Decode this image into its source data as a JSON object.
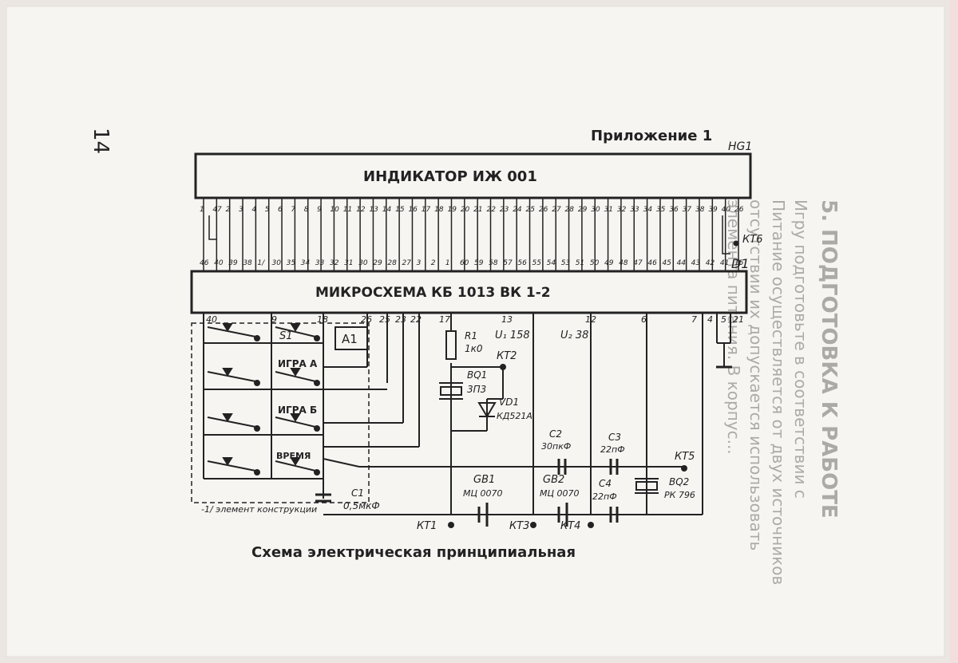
{
  "page": {
    "number": "14",
    "appendix": "Приложение 1",
    "caption": "Схема электрическая принципиальная",
    "ghost_heading": "5. ПОДГОТОВКА К РАБОТЕ",
    "ghost_lines": [
      "Игру подготовьте в соответствии с",
      "Питание осуществляется от двух источников",
      "отсутствии их допускается использовать",
      "элемента питания. В корпус..."
    ]
  },
  "indicator": {
    "label": "ИНДИКАТОР   ИЖ 001",
    "ref": "HG1"
  },
  "chip": {
    "label": "МИКРОСХЕМА   КБ 1013 ВК 1-2",
    "ref": "D1"
  },
  "pins_top": [
    "1",
    "47",
    "2",
    "3",
    "4",
    "5",
    "6",
    "7",
    "8",
    "9",
    "10",
    "11",
    "12",
    "13",
    "14",
    "15",
    "16",
    "17",
    "18",
    "19",
    "20",
    "21",
    "22",
    "23",
    "24",
    "25",
    "26",
    "27",
    "28",
    "29",
    "30",
    "31",
    "32",
    "33",
    "34",
    "35",
    "36",
    "37",
    "38",
    "39",
    "40",
    "26"
  ],
  "pins_bottom": [
    "46",
    "40",
    "39",
    "38",
    "1/",
    "30",
    "35",
    "34",
    "33",
    "32",
    "31",
    "30",
    "29",
    "28",
    "27",
    "3",
    "2",
    "1",
    "60",
    "59",
    "58",
    "57",
    "56",
    "55",
    "54",
    "53",
    "51",
    "50",
    "49",
    "48",
    "47",
    "46",
    "45",
    "44",
    "43",
    "42",
    "41",
    "15"
  ],
  "chip_pins_low": [
    "40",
    "9",
    "18",
    "26",
    "25",
    "23",
    "22",
    "17",
    "13",
    "12",
    "6",
    "7",
    "4",
    "5",
    "21"
  ],
  "labels": {
    "a1": "A1",
    "igra_a": "ИГРА А",
    "igra_b": "ИГРА Б",
    "vremya": "ВРЕМЯ",
    "sa": "S1",
    "note": "-1/ элемент конструкции",
    "u1": "U₁ 158",
    "u2": "U₂ 38"
  },
  "components": {
    "r1": {
      "ref": "R1",
      "val": "1к0"
    },
    "bq1": {
      "ref": "BQ1",
      "val": "3П3"
    },
    "vd1": {
      "ref": "VD1",
      "val": "КД521А"
    },
    "c1": {
      "ref": "C1",
      "val": "0,5мкФ"
    },
    "c2": {
      "ref": "C2",
      "val": "30пкФ"
    },
    "c3": {
      "ref": "C3",
      "val": "22пФ"
    },
    "c4": {
      "ref": "C4",
      "val": "22пФ"
    },
    "gb1": {
      "ref": "GB1",
      "val": "МЦ 0070"
    },
    "gb2": {
      "ref": "GB2",
      "val": "МЦ 0070"
    },
    "bq2": {
      "ref": "BQ2",
      "val": "РК 796"
    }
  },
  "test_points": [
    "КТ1",
    "КТ2",
    "КТ3",
    "КТ4",
    "КТ5",
    "КТ6"
  ],
  "colors": {
    "paper": "#f7f5f2",
    "ink": "#222222",
    "ghost": "#b9b6b2",
    "background": "#ece6e2"
  }
}
